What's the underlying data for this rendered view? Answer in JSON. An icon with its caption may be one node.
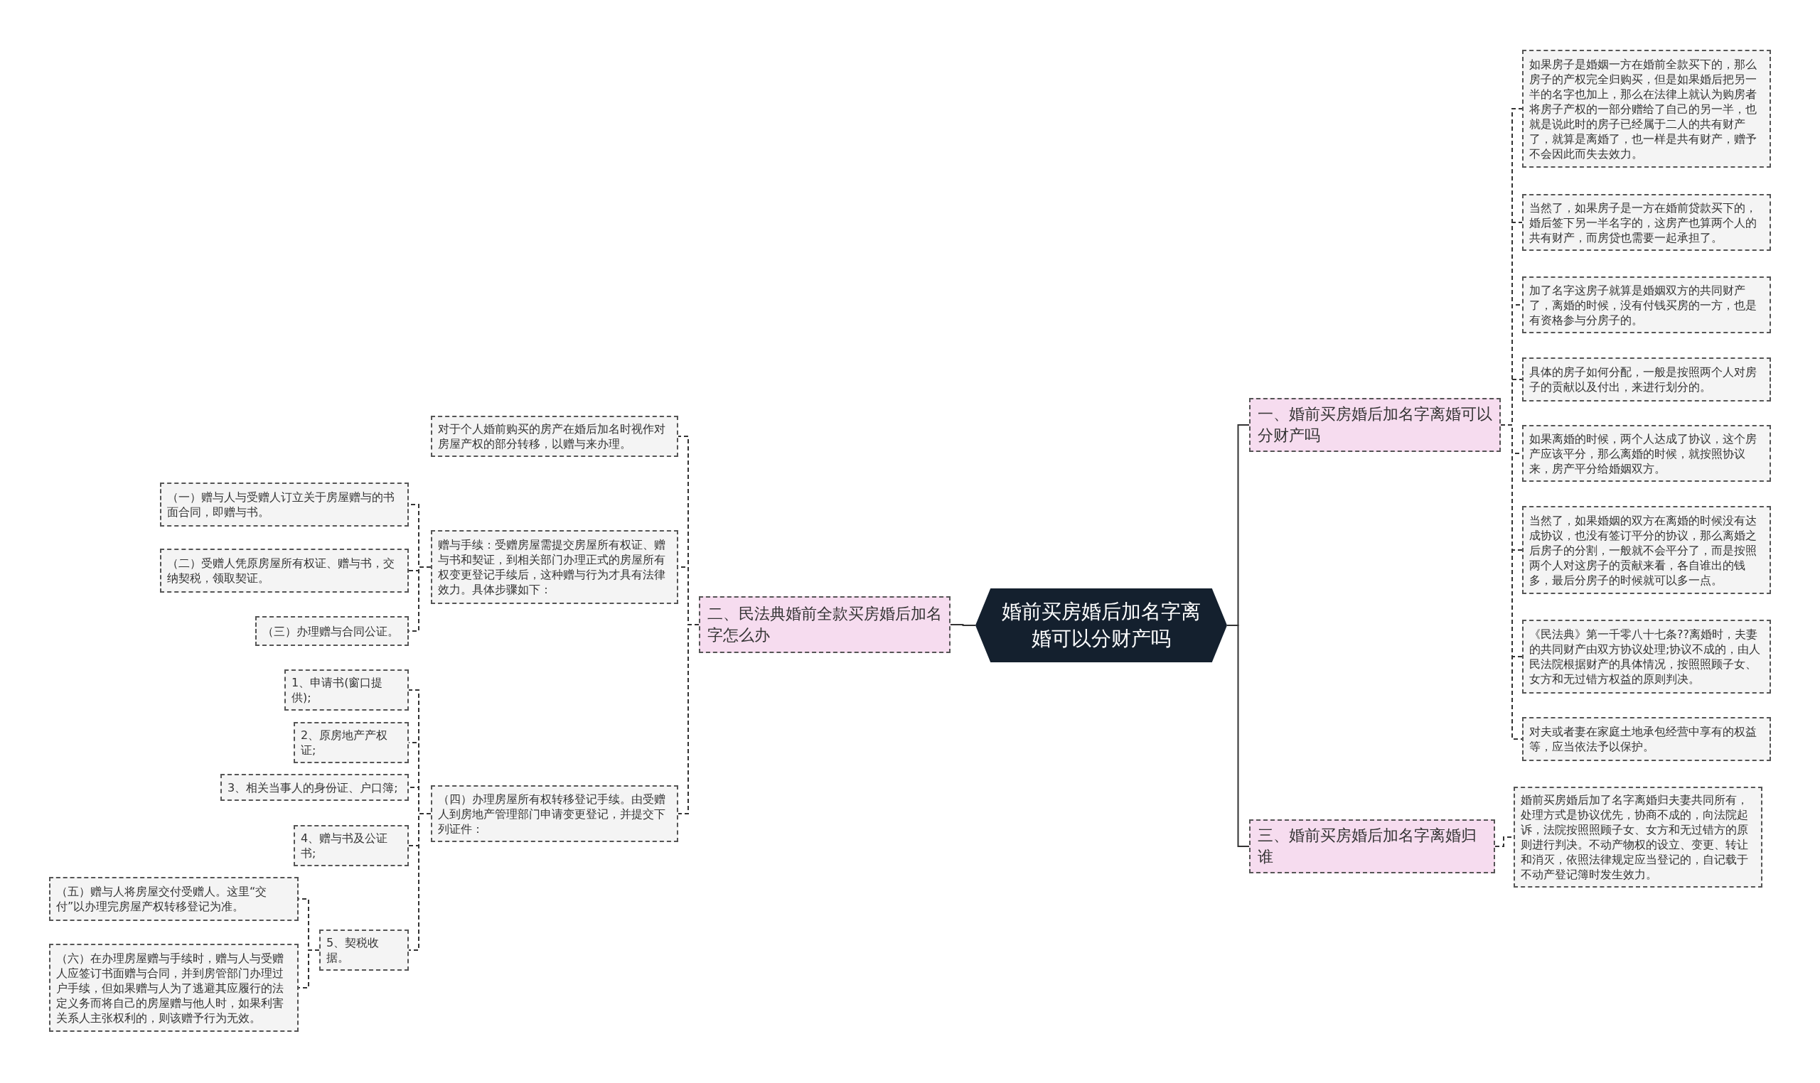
{
  "diagram": {
    "nodes": [
      {
        "text": [
          "婚前买房婚后加名字离婚可以分财产吗"
        ]
      },
      {
        "text": [
          "一、婚前买房婚后加名字离婚可以分财产吗"
        ]
      },
      {
        "text": [
          "如果房子是婚姻一方在婚前全款买下的，那么房子的产权完全归购买，但是如果婚后把另一半的名字也加上，那么在法律上就认为购房者将房子产权的一部分赠给了自己的另一半，也就是说此时的房子已经属于二人的共有财产了，就算是离婚了，也一样是共有财产，赠予不会因此而失去效力。"
        ]
      },
      {
        "text": [
          "当然了，如果房子是一方在婚前贷款买下的，婚后签下另一半名字的，这房产也算两个人的共有财产，而房贷也需要一起承担了。"
        ]
      },
      {
        "text": [
          "加了名字这房子就算是婚姻双方的共同财产了，离婚的时候，没有付钱买房的一方，也是有资格参与分房子的。"
        ]
      },
      {
        "text": [
          "具体的房子如何分配，一般是按照两个人对房子的贡献以及付出，来进行划分的。"
        ]
      },
      {
        "text": [
          "如果离婚的时候，两个人达成了协议，这个房产应该平分，那么离婚的时候，就按照协议来，房产平分给婚姻双方。"
        ]
      },
      {
        "text": [
          "当然了，如果婚姻的双方在离婚的时候没有达成协议，也没有签订平分的协议，那么离婚之后房子的分割，一般就不会平分了，而是按照两个人对这房子的贡献来看，各自谁出的钱多，最后分房子的时候就可以多一点。"
        ]
      },
      {
        "text": [
          "《民法典》第一千零八十七条??离婚时，夫妻的共同财产由双方协议处理;协议不成的，由人民法院根据财产的具体情况，按照照顾子女、女方和无过错方权益的原则判决。"
        ]
      },
      {
        "text": [
          "对夫或者妻在家庭土地承包经营中享有的权益等，应当依法予以保护。"
        ]
      },
      {
        "text": [
          "三、婚前买房婚后加名字离婚归谁"
        ]
      },
      {
        "text": [
          "婚前买房婚后加了名字离婚归夫妻共同所有，处理方式是协议优先，协商不成的，向法院起诉，法院按照照顾子女、女方和无过错方的原则进行判决。不动产物权的设立、变更、转让和消灭，依照法律规定应当登记的，自记载于不动产登记簿时发生效力。"
        ]
      },
      {
        "text": [
          "二、民法典婚前全款买房婚后加名字怎么办"
        ]
      },
      {
        "text": [
          "对于个人婚前购买的房产在婚后加名时视作对房屋产权的部分转移，以赠与来办理。"
        ]
      },
      {
        "text": [
          "赠与手续：受赠房屋需提交房屋所有权证、赠与书和契证，到相关部门办理正式的房屋所有权变更登记手续后，这种赠与行为才具有法律效力。具体步骤如下："
        ]
      },
      {
        "text": [
          "（一）赠与人与受赠人订立关于房屋赠与的书面合同，即赠与书。"
        ]
      },
      {
        "text": [
          "（二）受赠人凭原房屋所有权证、赠与书，交纳契税，领取契证。"
        ]
      },
      {
        "text": [
          "（三）办理赠与合同公证。"
        ]
      },
      {
        "text": [
          "（四）办理房屋所有权转移登记手续。由受赠人到房地产管理部门申请变更登记，并提交下列证件："
        ]
      },
      {
        "text": [
          "1、申请书(窗口提供);"
        ]
      },
      {
        "text": [
          "2、原房地产产权证;"
        ]
      },
      {
        "text": [
          "3、相关当事人的身份证、户口簿;"
        ]
      },
      {
        "text": [
          "4、赠与书及公证书;"
        ]
      },
      {
        "text": [
          "5、契税收据。"
        ]
      },
      {
        "text": [
          "（五）赠与人将房屋交付受赠人。这里“交付”以办理完房屋产权转移登记为准。"
        ]
      },
      {
        "text": [
          "（六）在办理房屋赠与手续时，赠与人与受赠人应签订书面赠与合同，并到房管部门办理过户手续，但如果赠与人为了逃避其应履行的法定义务而将自己的房屋赠与他人时，如果利害关系人主张权利的，则该赠予行为无效。"
        ]
      }
    ],
    "edges": [
      {
        "from": 0,
        "to": 1,
        "arrow": "none"
      },
      {
        "from": 0,
        "to": 10,
        "arrow": "none"
      },
      {
        "from": 0,
        "to": 12,
        "arrow": "none"
      },
      {
        "from": 1,
        "to": 2,
        "arrow": "none",
        "style": "dashed"
      },
      {
        "from": 1,
        "to": 3,
        "arrow": "none",
        "style": "dashed"
      },
      {
        "from": 1,
        "to": 4,
        "arrow": "none",
        "style": "dashed"
      },
      {
        "from": 1,
        "to": 5,
        "arrow": "none",
        "style": "dashed"
      },
      {
        "from": 1,
        "to": 6,
        "arrow": "none",
        "style": "dashed"
      },
      {
        "from": 1,
        "to": 7,
        "arrow": "none",
        "style": "dashed"
      },
      {
        "from": 1,
        "to": 8,
        "arrow": "none",
        "style": "dashed"
      },
      {
        "from": 1,
        "to": 9,
        "arrow": "none",
        "style": "dashed"
      },
      {
        "from": 10,
        "to": 11,
        "arrow": "none",
        "style": "dashed"
      },
      {
        "from": 12,
        "to": 13,
        "arrow": "none",
        "style": "dashed"
      },
      {
        "from": 12,
        "to": 14,
        "arrow": "none",
        "style": "dashed"
      },
      {
        "from": 12,
        "to": 18,
        "arrow": "none",
        "style": "dashed"
      },
      {
        "from": 14,
        "to": 15,
        "arrow": "none",
        "style": "dashed"
      },
      {
        "from": 14,
        "to": 16,
        "arrow": "none",
        "style": "dashed"
      },
      {
        "from": 14,
        "to": 17,
        "arrow": "none",
        "style": "dashed"
      },
      {
        "from": 18,
        "to": 19,
        "arrow": "none",
        "style": "dashed"
      },
      {
        "from": 18,
        "to": 20,
        "arrow": "none",
        "style": "dashed"
      },
      {
        "from": 18,
        "to": 21,
        "arrow": "none",
        "style": "dashed"
      },
      {
        "from": 18,
        "to": 22,
        "arrow": "none",
        "style": "dashed"
      },
      {
        "from": 18,
        "to": 23,
        "arrow": "none",
        "style": "dashed"
      },
      {
        "from": 23,
        "to": 24,
        "arrow": "none",
        "style": "dashed"
      },
      {
        "from": 23,
        "to": 25,
        "arrow": "none",
        "style": "dashed"
      }
    ]
  }
}
